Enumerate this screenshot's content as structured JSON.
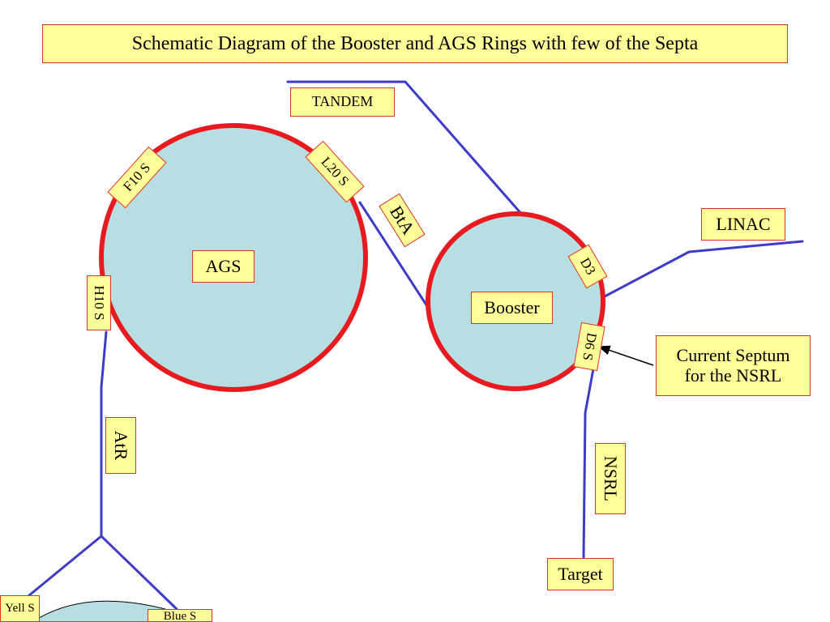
{
  "title": "Schematic Diagram of the Booster and AGS Rings with few of the Septa",
  "rings": {
    "ags": "AGS",
    "booster": "Booster"
  },
  "septa": {
    "f10": "F10 S",
    "l20": "L20 S",
    "h10": "H10 S",
    "d3": "D3",
    "d6": "D6 S",
    "yell": "Yell S",
    "blue": "Blue S"
  },
  "lines": {
    "tandem": "TANDEM",
    "linac": "LINAC",
    "bta": "BtA",
    "atr": "AtR",
    "nsrl": "NSRL",
    "target": "Target"
  },
  "annotation": {
    "line1": "Current Septum",
    "line2": "for the NSRL"
  },
  "colors": {
    "ring_fill": "#b7dfe1",
    "ring_edge": "#e8191f",
    "beamline": "#3c3cc8",
    "label_fill": "#ffff99",
    "label_border": "#e0302b"
  }
}
